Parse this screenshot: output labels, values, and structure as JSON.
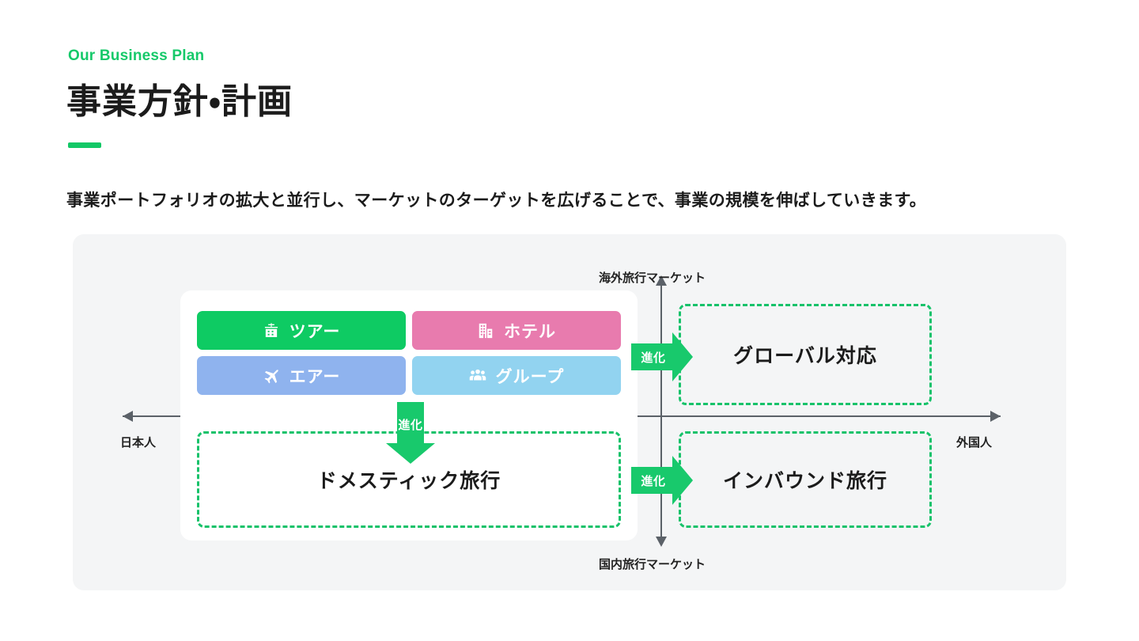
{
  "header": {
    "eyebrow": "Our Business Plan",
    "title": "事業方針・計画",
    "lead": "事業ポートフォリオの拡大と並行し、マーケットのターゲットを広げることで、事業の規模を伸ばしていきます。"
  },
  "colors": {
    "accent_green": "#12c866",
    "arrow_green": "#18c96c",
    "dashed_green": "#17c26a",
    "tile_tour": "#0ECB63",
    "tile_hotel": "#E87BAE",
    "tile_air": "#8FB3EE",
    "tile_group": "#92D3F0",
    "panel_bg": "#f4f5f6",
    "axis": "#5b6168",
    "text": "#1b1b1b"
  },
  "diagram": {
    "axis_labels": {
      "top": "海外旅行マーケット",
      "bottom": "国内旅行マーケット",
      "left": "日本人",
      "right": "外国人"
    },
    "tiles": [
      {
        "label": "ツアー",
        "icon": "landmark-icon",
        "color": "#0ECB63"
      },
      {
        "label": "ホテル",
        "icon": "hotel-icon",
        "color": "#E87BAE"
      },
      {
        "label": "エアー",
        "icon": "airplane-icon",
        "color": "#8FB3EE"
      },
      {
        "label": "グループ",
        "icon": "people-icon",
        "color": "#92D3F0"
      }
    ],
    "boxes": {
      "global": "グローバル対応",
      "domestic": "ドメスティック旅行",
      "inbound": "インバウンド旅行"
    },
    "arrows": {
      "evolution_label": "進化",
      "count": 3
    }
  }
}
